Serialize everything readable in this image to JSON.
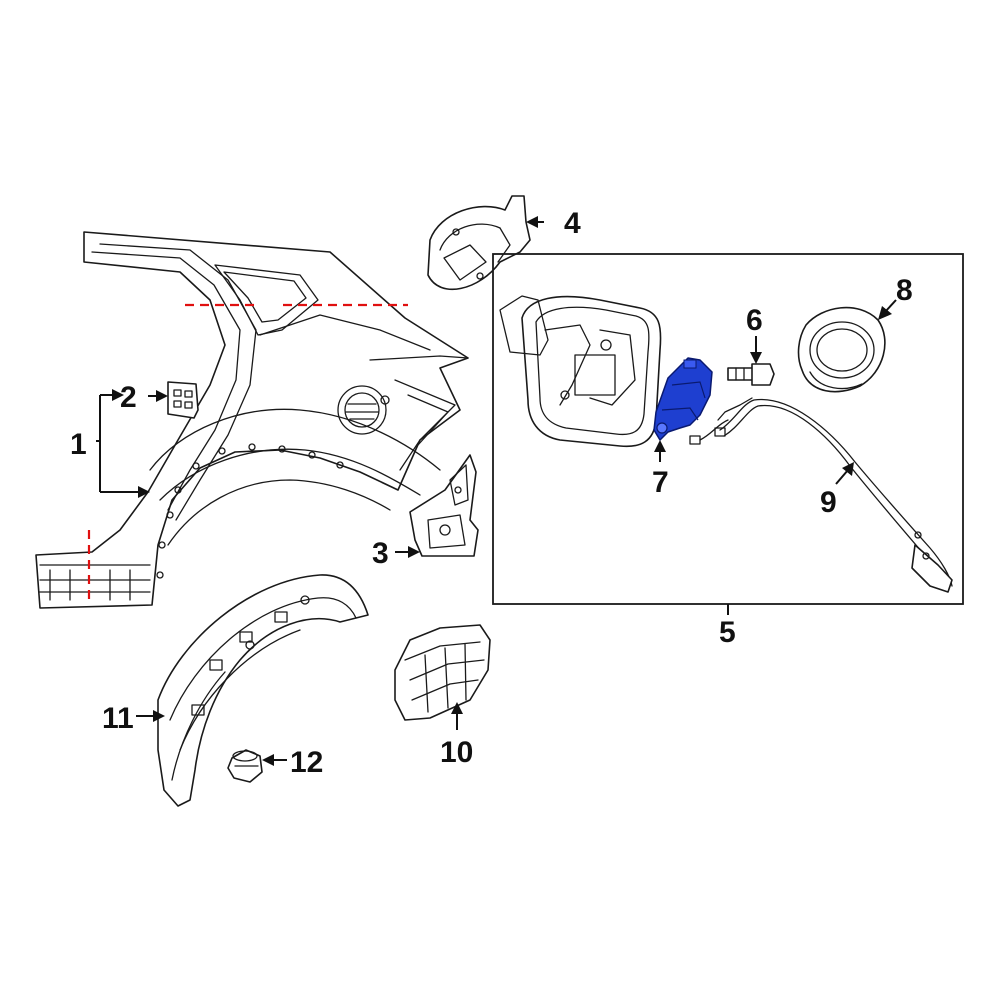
{
  "callouts": {
    "c1": "1",
    "c2": "2",
    "c3": "3",
    "c4": "4",
    "c5": "5",
    "c6": "6",
    "c7": "7",
    "c8": "8",
    "c9": "9",
    "c10": "10",
    "c11": "11",
    "c12": "12"
  },
  "colors": {
    "highlight": "#1e3fd0",
    "cut_line": "#e01010",
    "line_art": "#1a1a1a"
  },
  "highlighted_part": "7"
}
